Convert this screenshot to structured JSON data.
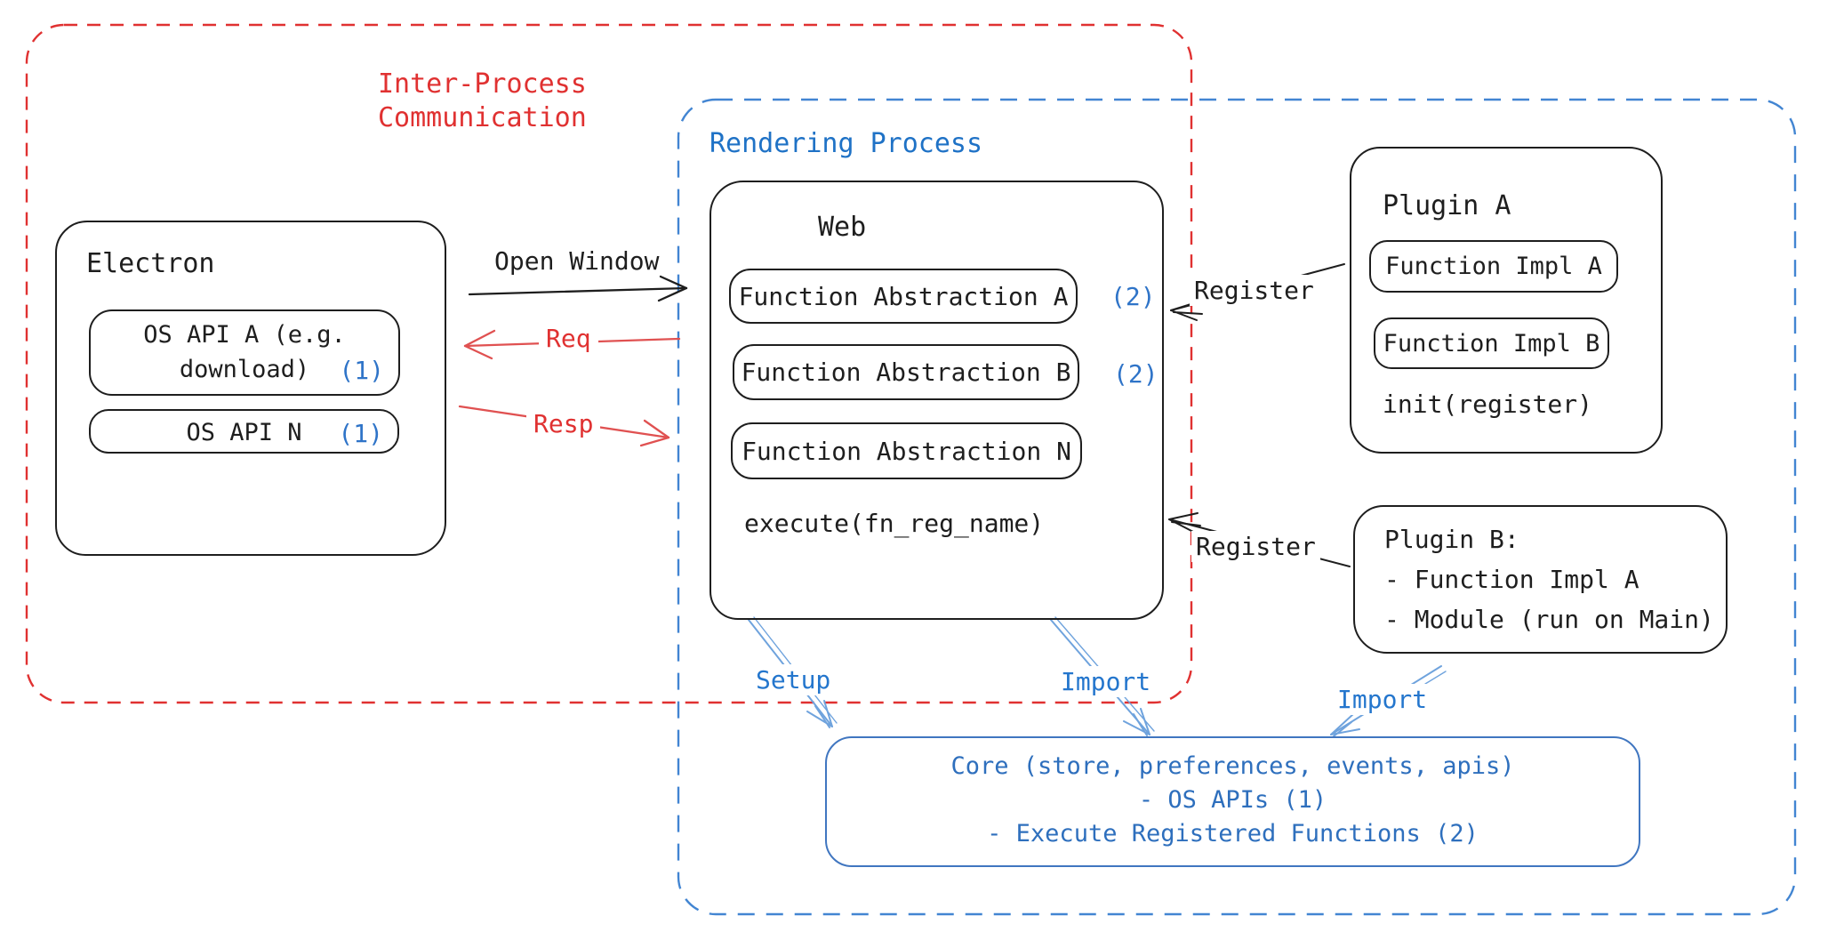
{
  "colors": {
    "ink": "#1e1e1e",
    "red": "#e03131",
    "red_arrow": "#e05151",
    "blue_text": "#1f72c6",
    "blue_dash": "#4285d2",
    "blue_arrow": "#6fa3dd",
    "core_blue": "#2e6fbd",
    "background": "#ffffff"
  },
  "ipc": {
    "label": "Inter-Process\nCommunication"
  },
  "rendering": {
    "label": "Rendering Process"
  },
  "electron": {
    "title": "Electron",
    "api_a": {
      "line1": "OS API A (e.g.",
      "line2": "download)",
      "num": "(1)"
    },
    "api_n": {
      "label": "OS API N",
      "num": "(1)"
    }
  },
  "web": {
    "title": "Web",
    "items": [
      {
        "label": "Function Abstraction A",
        "num": "(2)"
      },
      {
        "label": "Function Abstraction B",
        "num": "(2)"
      },
      {
        "label": "Function Abstraction N",
        "num": ""
      }
    ],
    "execute": "execute(fn_reg_name)"
  },
  "plugin_a": {
    "title": "Plugin A",
    "impl_a": "Function Impl A",
    "impl_b": "Function Impl B",
    "init": "init(register)"
  },
  "plugin_b": {
    "title": "Plugin B:",
    "line1": "- Function Impl A",
    "line2": "- Module (run on Main)"
  },
  "core": {
    "line1": "Core (store, preferences, events, apis)",
    "line2": "- OS APIs (1)",
    "line3": "- Execute Registered Functions (2)"
  },
  "arrows": {
    "open_window": "Open Window",
    "req": "Req",
    "resp": "Resp",
    "register_top": "Register",
    "register_bottom": "Register",
    "setup": "Setup",
    "import_mid": "Import",
    "import_right": "Import"
  }
}
